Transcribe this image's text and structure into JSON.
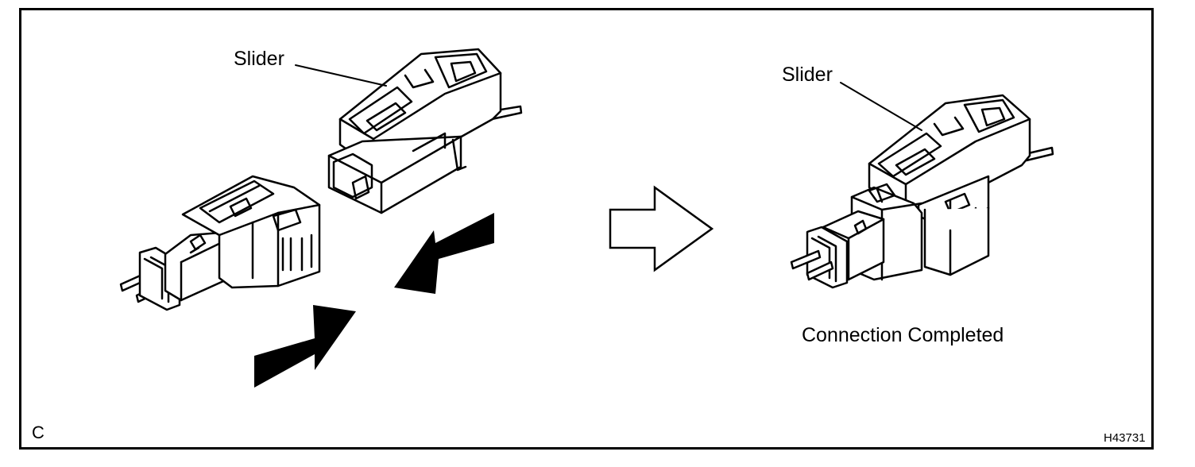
{
  "figure": {
    "left_label_slider": "Slider",
    "right_label_slider": "Slider",
    "caption_completed": "Connection Completed",
    "corner_letter": "C",
    "figure_code": "H43731"
  },
  "colors": {
    "line": "#000000",
    "background": "#ffffff",
    "arrow_fill": "#000000"
  },
  "icons": [
    "push-arrow-icon",
    "result-arrow-icon"
  ]
}
